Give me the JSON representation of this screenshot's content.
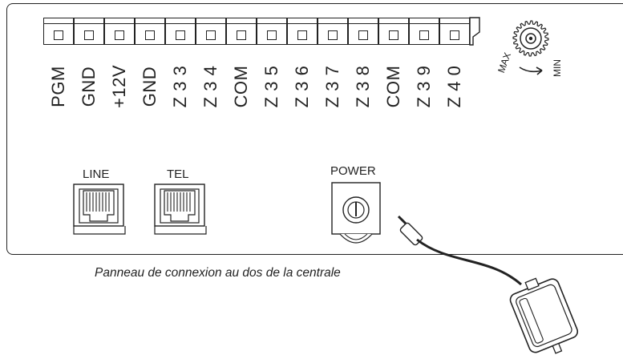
{
  "terminals": [
    {
      "label": "PGM"
    },
    {
      "label": "GND"
    },
    {
      "label": "+12V"
    },
    {
      "label": "GND"
    },
    {
      "label": "Z 3 3"
    },
    {
      "label": "Z 3 4"
    },
    {
      "label": "COM"
    },
    {
      "label": "Z 3 5"
    },
    {
      "label": "Z 3 6"
    },
    {
      "label": "Z 3 7"
    },
    {
      "label": "Z 3 8"
    },
    {
      "label": "COM"
    },
    {
      "label": "Z 3 9"
    },
    {
      "label": "Z 4 0"
    }
  ],
  "knob": {
    "max_label": "MAX",
    "min_label": "MIN"
  },
  "jacks": {
    "line_label": "LINE",
    "tel_label": "TEL"
  },
  "power": {
    "label": "POWER"
  },
  "caption": "Panneau de connexion au dos de la centrale"
}
